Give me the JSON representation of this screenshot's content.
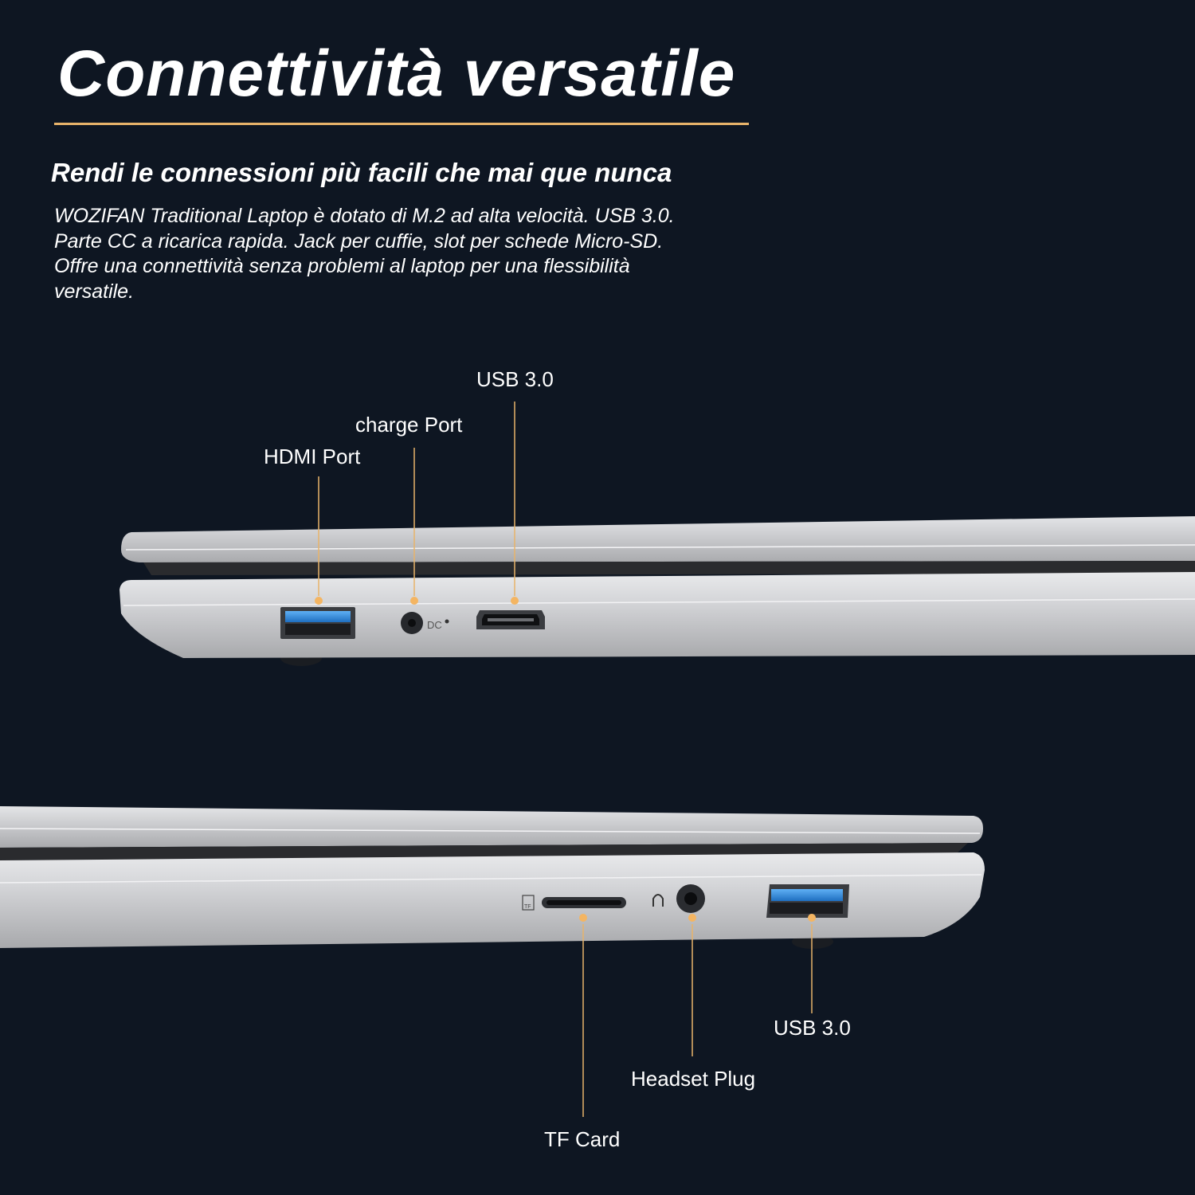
{
  "heading": {
    "title": "Connettività versatile",
    "subtitle": "Rendi le connessioni più facili che mai que nunca",
    "description_lines": [
      "WOZIFAN Traditional Laptop è dotato di M.2 ad alta velocità. USB 3.0.",
      "Parte CC a ricarica rapida. Jack per cuffie, slot per schede Micro-SD.",
      "Offre una connettività senza problemi al laptop per una flessibilità",
      "versatile."
    ]
  },
  "left_side": {
    "ports": [
      {
        "label": "HDMI Port"
      },
      {
        "label": "charge Port"
      },
      {
        "label": "USB 3.0"
      }
    ],
    "dc_marking": "DC"
  },
  "right_side": {
    "ports": [
      {
        "label": "TF Card"
      },
      {
        "label": "Headset Plug"
      },
      {
        "label": "USB 3.0"
      }
    ],
    "tf_marking": "TF"
  },
  "colors": {
    "background": "#0e1622",
    "accent": "#e7b36a",
    "usb_blue": "#2f8fe0",
    "chassis": "#c9cacc"
  }
}
